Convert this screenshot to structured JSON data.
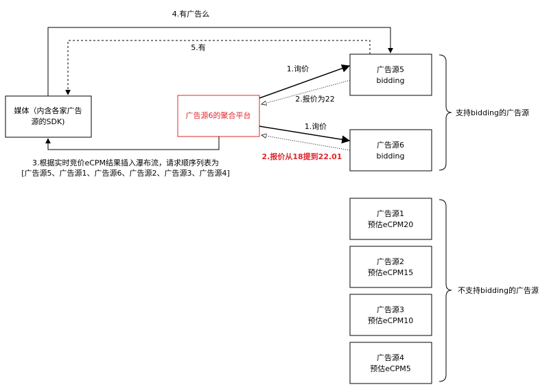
{
  "media": {
    "line1": "媒体（内含各家广告",
    "line2": "源的SDK)"
  },
  "aggregator": {
    "label": "广告源6的聚合平台"
  },
  "source5": {
    "name": "广告源5",
    "mode": "bidding"
  },
  "source6": {
    "name": "广告源6",
    "mode": "bidding"
  },
  "source1": {
    "name": "广告源1",
    "ecpm": "预估eCPM20"
  },
  "source2": {
    "name": "广告源2",
    "ecpm": "预估eCPM15"
  },
  "source3": {
    "name": "广告源3",
    "ecpm": "预估eCPM10"
  },
  "source4": {
    "name": "广告源4",
    "ecpm": "预估eCPM5"
  },
  "edges": {
    "step4": "4.有广告么",
    "step5": "5.有",
    "step1_src5": "1.询价",
    "step2_src5": "2.报价为22",
    "step1_src6": "1.询价",
    "step2_src6": "2.报价从18提到22.01",
    "step3_line1": "3.根据实时竞价eCPM结果插入瀑布流，请求顺序列表为",
    "step3_line2": "[广告源5、广告源1、广告源6、广告源2、广告源3、广告源4]"
  },
  "groups": {
    "bidding": "支持bidding的广告源",
    "non_bidding": "不支持bidding的广告源"
  },
  "colors": {
    "accent_red": "#e0262b",
    "line": "#000000"
  }
}
